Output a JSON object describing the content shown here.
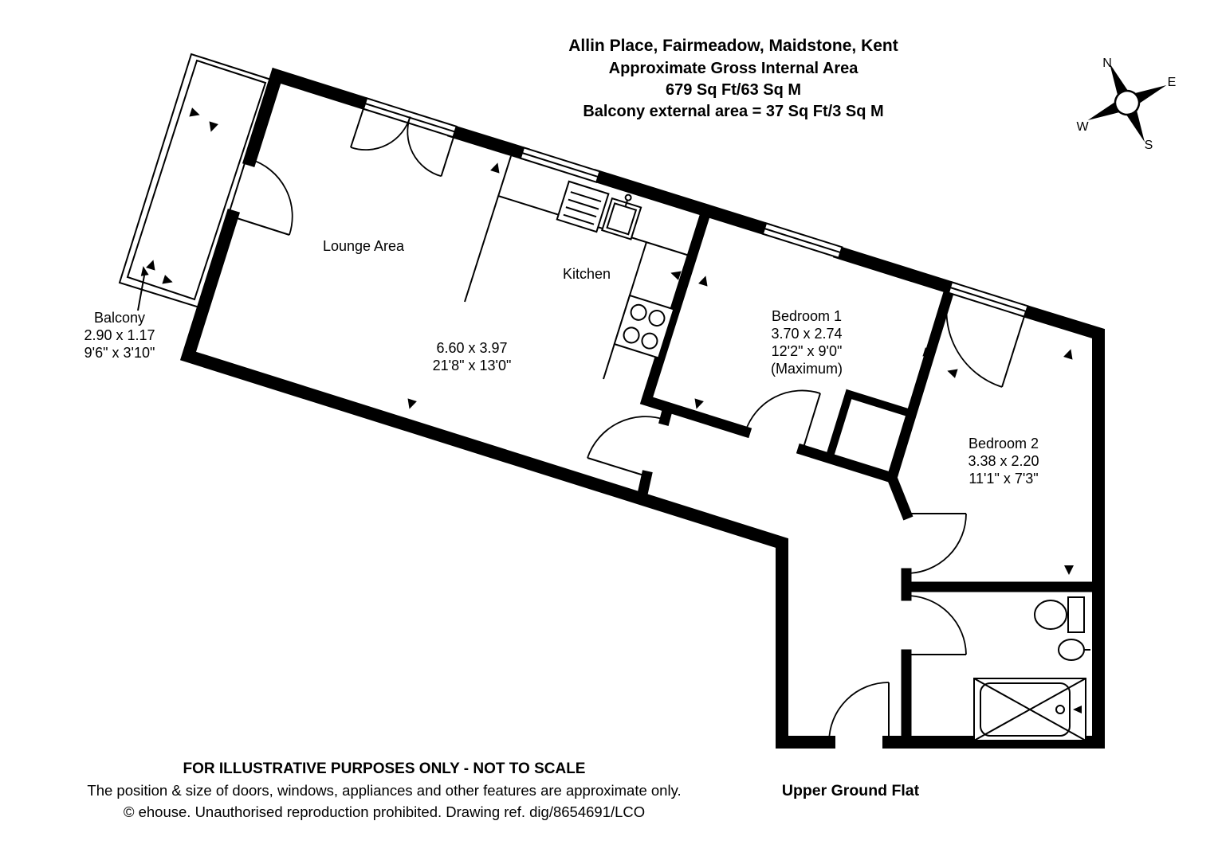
{
  "title": {
    "line1": "Allin Place, Fairmeadow, Maidstone, Kent",
    "line2": "Approximate Gross Internal Area",
    "line3": "679 Sq Ft/63 Sq M",
    "line4": "Balcony external area = 37 Sq Ft/3 Sq M"
  },
  "compass": {
    "n": "N",
    "e": "E",
    "s": "S",
    "w": "W"
  },
  "rooms": {
    "lounge": {
      "name": "Lounge Area",
      "dim_m": "6.60 x 3.97",
      "dim_ft": "21'8\" x 13'0\""
    },
    "kitchen": {
      "name": "Kitchen"
    },
    "bedroom1": {
      "name": "Bedroom 1",
      "dim_m": "3.70 x 2.74",
      "dim_ft": "12'2\" x 9'0\"",
      "note": "(Maximum)"
    },
    "bedroom2": {
      "name": "Bedroom 2",
      "dim_m": "3.38 x 2.20",
      "dim_ft": "11'1\" x 7'3\""
    },
    "balcony": {
      "name": "Balcony",
      "dim_m": "2.90 x 1.17",
      "dim_ft": "9'6\" x 3'10\""
    }
  },
  "floor_label": "Upper Ground Flat",
  "footer": {
    "line1": "FOR ILLUSTRATIVE PURPOSES ONLY - NOT TO SCALE",
    "line2": "The position & size of doors, windows, appliances and other features are approximate only.",
    "line3": "© ehouse. Unauthorised reproduction prohibited. Drawing ref. dig/8654691/LCO"
  },
  "colors": {
    "wall": "#000000",
    "background": "#ffffff"
  }
}
